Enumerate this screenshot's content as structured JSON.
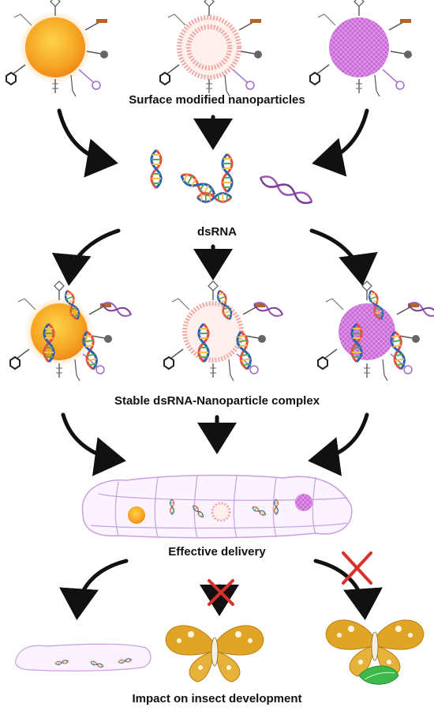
{
  "stages": {
    "surface_modified": "Surface modified nanoparticles",
    "dsrna": "dsRNA",
    "complex": "Stable dsRNA-Nanoparticle complex",
    "delivery": "Effective delivery",
    "impact": "Impact on insect development"
  },
  "nanoparticles": [
    {
      "kind": "solid-sphere",
      "color": "#f5a623"
    },
    {
      "kind": "liposome",
      "color": "#f0a9a3"
    },
    {
      "kind": "mesh-sphere",
      "color": "#c86ad6"
    }
  ],
  "colors": {
    "arrow": "#111111",
    "larva_outline": "#c9a0e0",
    "moth": "#e0a526",
    "cross": "#d8322a",
    "leaf": "#3db84a"
  }
}
